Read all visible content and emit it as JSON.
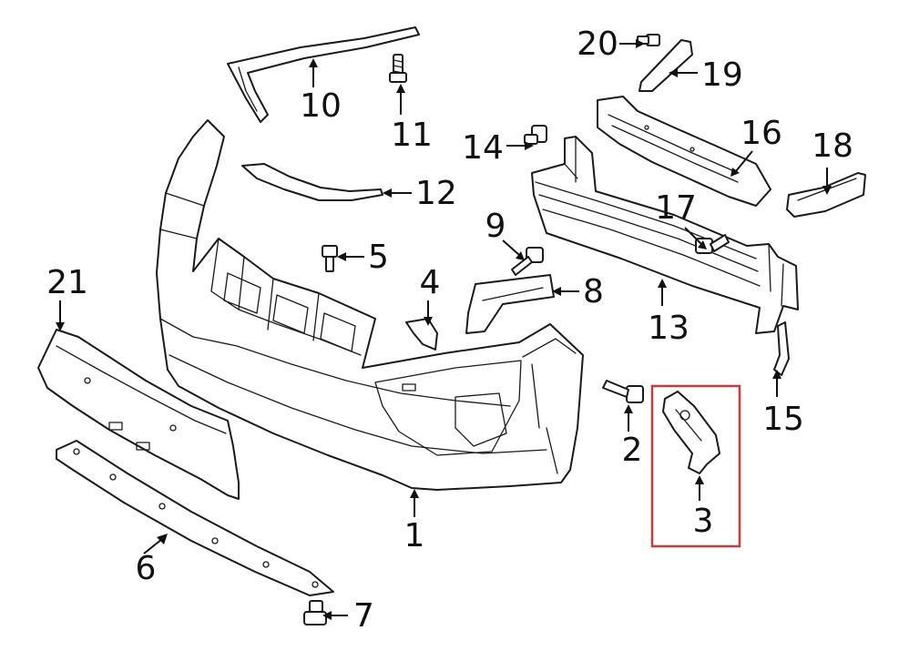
{
  "diagram": {
    "highlight_color": "#c83a3a",
    "highlighted_part": "3",
    "callouts": [
      "1",
      "2",
      "3",
      "4",
      "5",
      "6",
      "7",
      "8",
      "9",
      "10",
      "11",
      "12",
      "13",
      "14",
      "15",
      "16",
      "17",
      "18",
      "19",
      "20",
      "21"
    ]
  }
}
